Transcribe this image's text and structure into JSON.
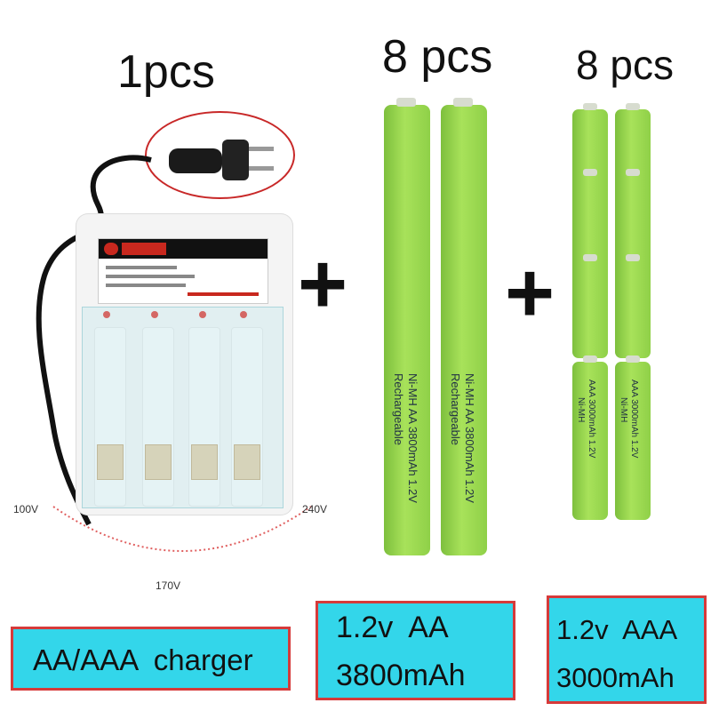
{
  "headings": {
    "charger_qty": "1pcs",
    "aa_qty": "8 pcs",
    "aaa_qty": "8 pcs"
  },
  "plus_sign": "+",
  "voltage_labels": {
    "left": "100V",
    "right": "240V",
    "bottom": "170V"
  },
  "battery_print": {
    "aa_line1": "Ni-MH AA 3800mAh 1.2V",
    "aa_line2": "Rechargeable",
    "aaa_line1": "AAA 3000mAh 1.2V",
    "aaa_line2": "Ni-MH"
  },
  "info_boxes": {
    "charger": {
      "text": "AA/AAA  charger"
    },
    "aa": {
      "line1": "1.2v  AA",
      "line2": "3800mAh"
    },
    "aaa": {
      "line1": "1.2v  AAA",
      "line2": "3000mAh"
    }
  },
  "colors": {
    "box_fill": "#33d6ea",
    "box_border": "#d63a3a",
    "battery_green": "#9ddb52",
    "led_red": "#e1241d"
  }
}
